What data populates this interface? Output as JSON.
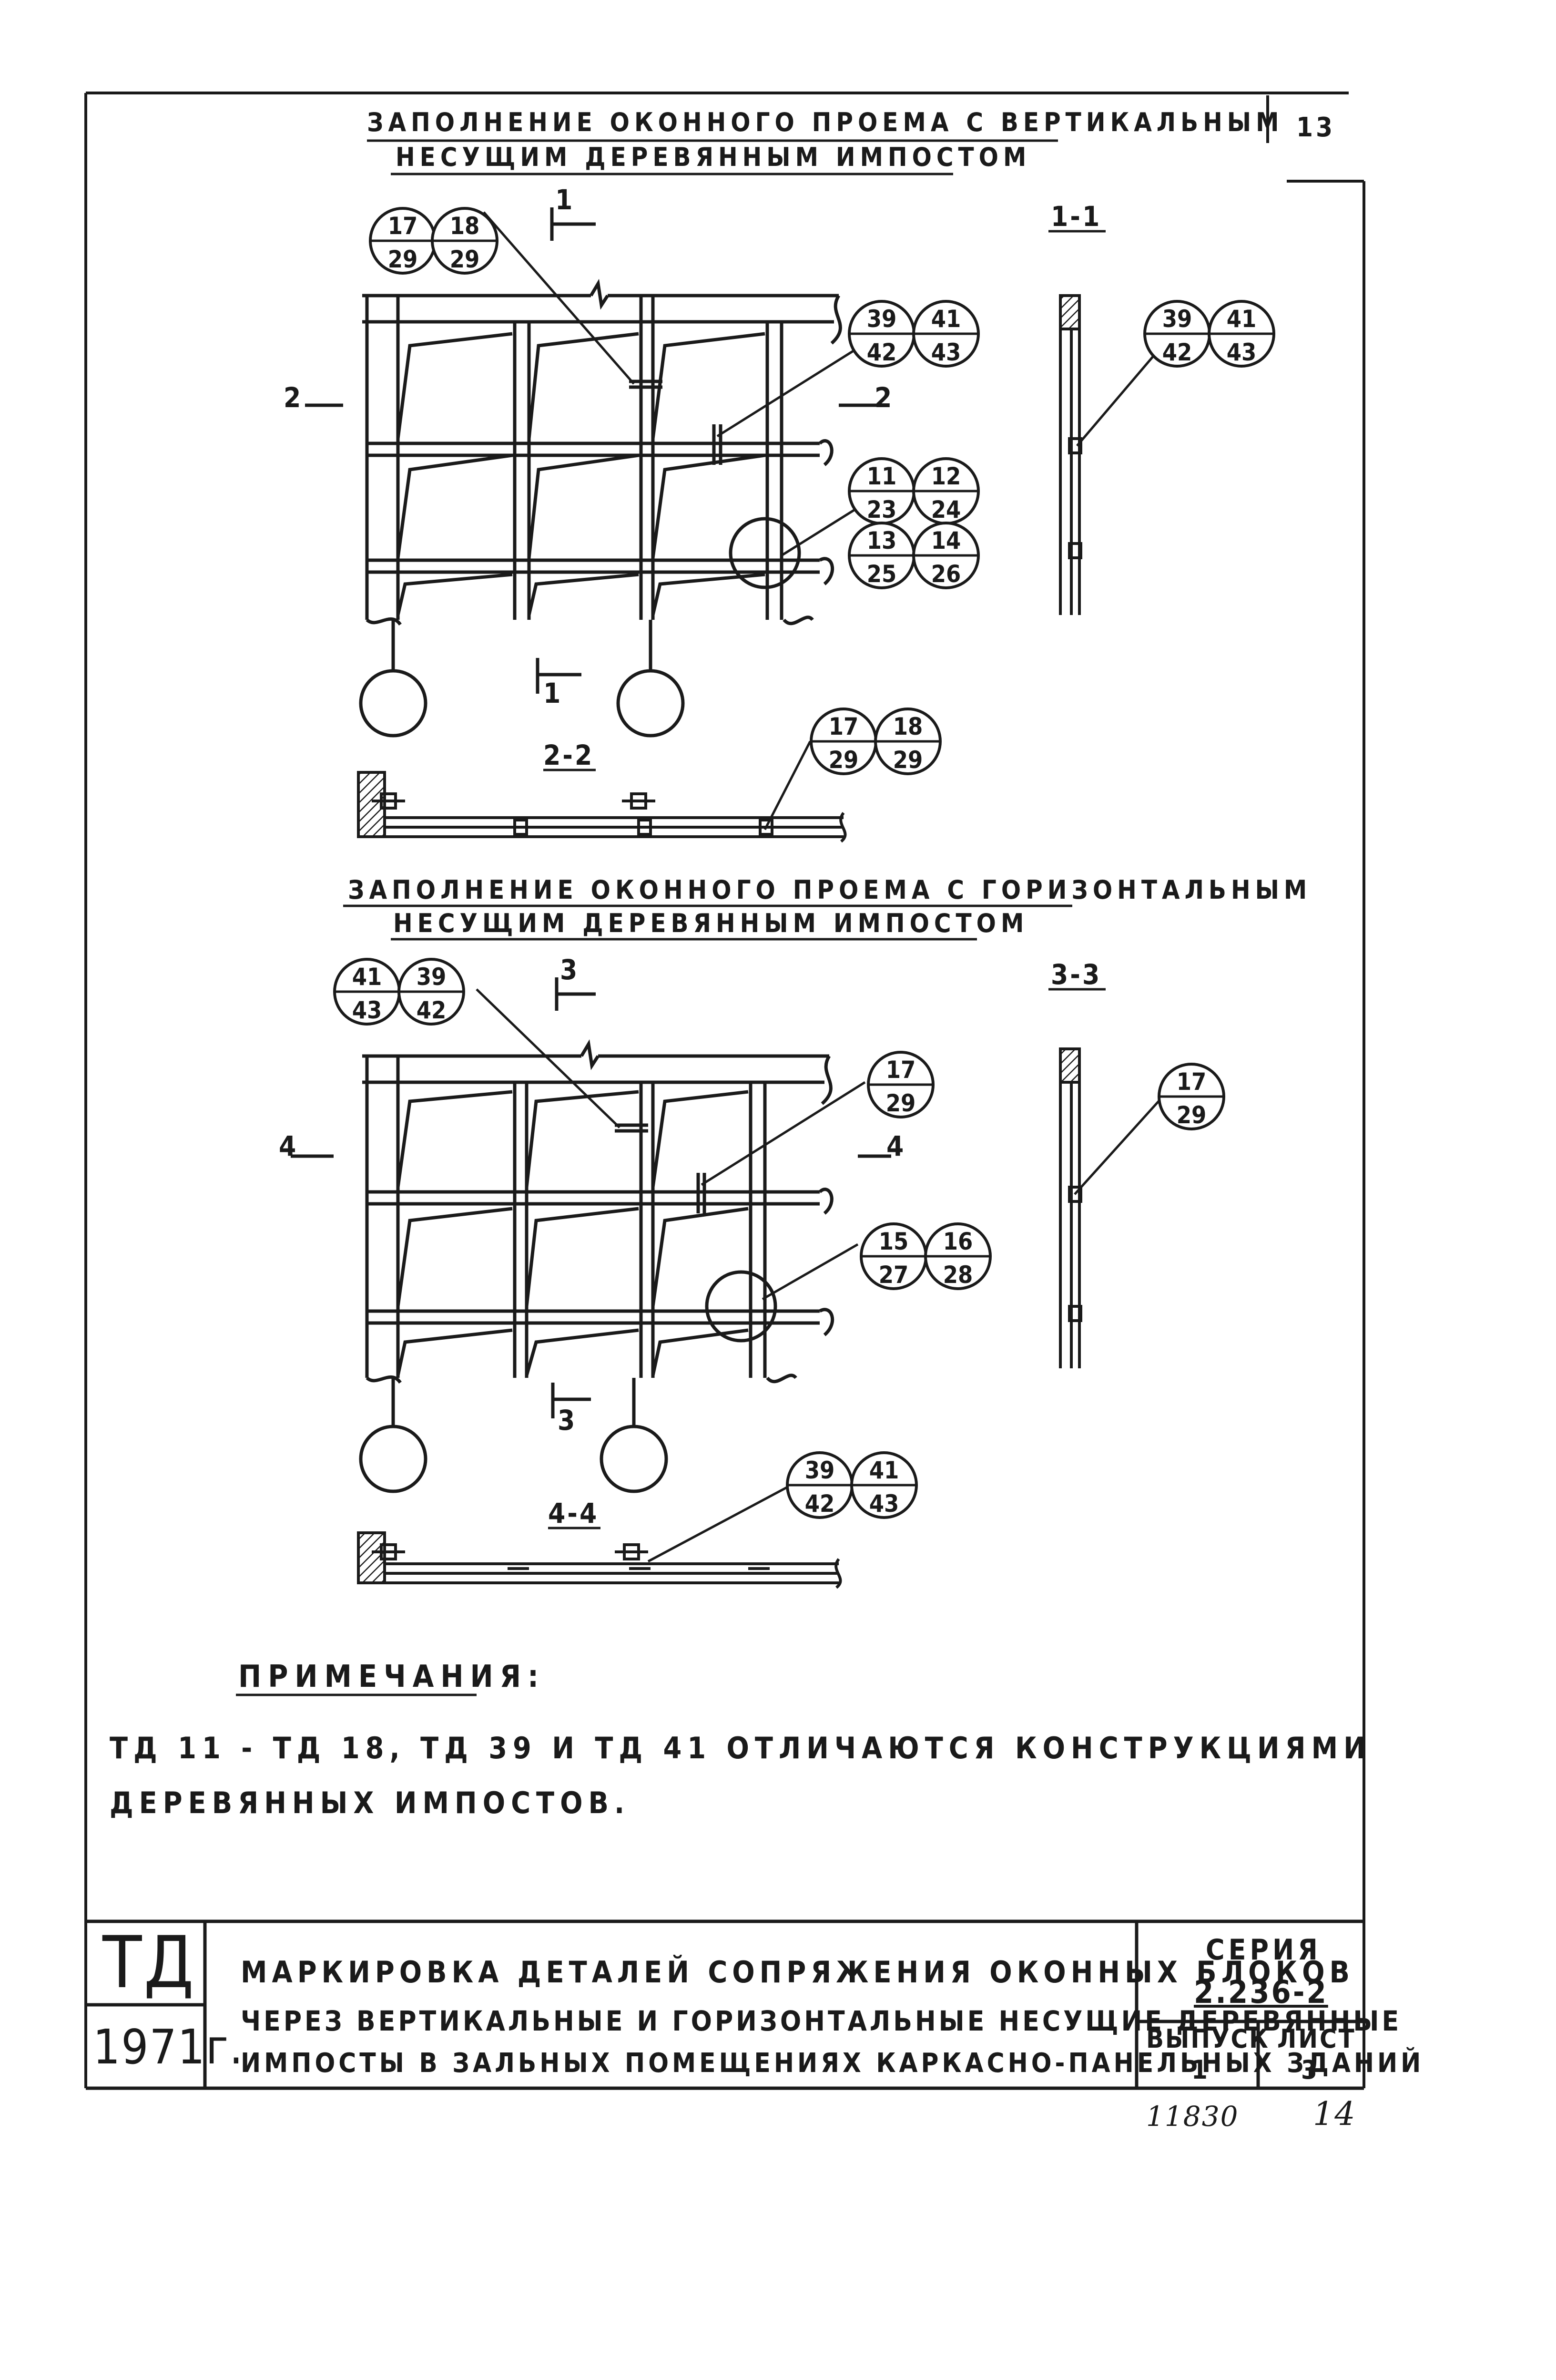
{
  "sheet_number": "13",
  "top_drawing": {
    "title_line1": "ЗАПОЛНЕНИЕ ОКОННОГО ПРОЕМА С ВЕРТИКАЛЬНЫМ",
    "title_line2": "НЕСУЩИМ ДЕРЕВЯННЫМ ИМПОСТОМ",
    "cut_mark_top": "1",
    "cut_mark_bottom": "1",
    "cut_mark_left": "2",
    "cut_mark_right": "2",
    "section_vertical_label": "1-1",
    "section_horizontal_label": "2-2",
    "callouts": [
      {
        "top": "17",
        "bottom": "29"
      },
      {
        "top": "18",
        "bottom": "29"
      },
      {
        "top": "39",
        "bottom": "42"
      },
      {
        "top": "41",
        "bottom": "43"
      },
      {
        "top": "11",
        "bottom": "23"
      },
      {
        "top": "12",
        "bottom": "24"
      },
      {
        "top": "13",
        "bottom": "25"
      },
      {
        "top": "14",
        "bottom": "26"
      },
      {
        "top": "39",
        "bottom": "42"
      },
      {
        "top": "41",
        "bottom": "43"
      },
      {
        "top": "17",
        "bottom": "29"
      },
      {
        "top": "18",
        "bottom": "29"
      }
    ]
  },
  "bottom_drawing": {
    "title_line1": "ЗАПОЛНЕНИЕ ОКОННОГО ПРОЕМА С ГОРИЗОНТАЛЬНЫМ",
    "title_line2": "НЕСУЩИМ ДЕРЕВЯННЫМ ИМПОСТОМ",
    "cut_mark_top": "3",
    "cut_mark_bottom": "3",
    "cut_mark_left": "4",
    "cut_mark_right": "4",
    "section_vertical_label": "3-3",
    "section_horizontal_label": "4-4",
    "callouts": [
      {
        "top": "41",
        "bottom": "43"
      },
      {
        "top": "39",
        "bottom": "42"
      },
      {
        "top": "17",
        "bottom": "29"
      },
      {
        "top": "15",
        "bottom": "27"
      },
      {
        "top": "16",
        "bottom": "28"
      },
      {
        "top": "17",
        "bottom": "29"
      },
      {
        "top": "39",
        "bottom": "42"
      },
      {
        "top": "41",
        "bottom": "43"
      }
    ]
  },
  "notes": {
    "heading": "ПРИМЕЧАНИЯ:",
    "line1": "ТД 11 - ТД 18, ТД 39 И ТД 41 ОТЛИЧАЮТСЯ КОНСТРУКЦИЯМИ",
    "line2": "ДЕРЕВЯННЫХ ИМПОСТОВ."
  },
  "title_block": {
    "code": "ТД",
    "year": "1971г.",
    "title_line1": "МАРКИРОВКА ДЕТАЛЕЙ СОПРЯЖЕНИЯ ОКОННЫХ БЛОКОВ",
    "title_line2": "ЧЕРЕЗ ВЕРТИКАЛЬНЫЕ И ГОРИЗОНТАЛЬНЫЕ НЕСУЩИЕ ДЕРЕВЯННЫЕ",
    "title_line3": "ИМПОСТЫ В ЗАЛЬНЫХ ПОМЕЩЕНИЯХ КАРКАСНО-ПАНЕЛЬНЫХ ЗДАНИЙ",
    "series_label": "СЕРИЯ",
    "series_value": "2.236-2",
    "issue_label": "ВЫПУСК",
    "issue_value": "1",
    "sheet_label": "ЛИСТ",
    "sheet_value": "3"
  },
  "handwritten": {
    "inventory_number": "11830",
    "page_number": "14"
  }
}
